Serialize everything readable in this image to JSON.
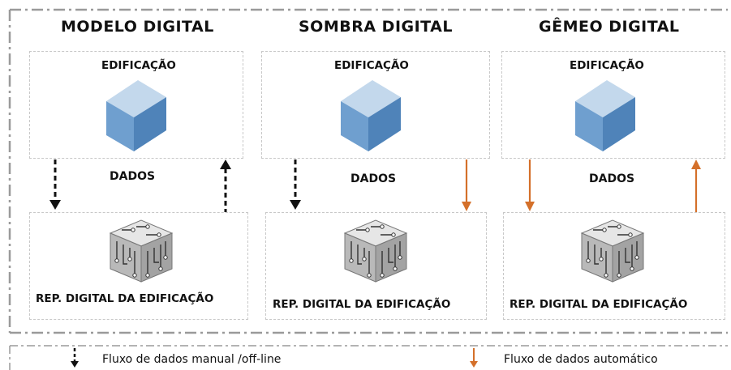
{
  "columns": [
    {
      "title": "MODELO DIGITAL",
      "building_label": "EDIFICAÇÃO",
      "data_label": "DADOS",
      "rep_label": "REP. DIGITAL DA EDIFICAÇÃO"
    },
    {
      "title": "SOMBRA DIGITAL",
      "building_label": "EDIFICAÇÃO",
      "data_label": "DADOS",
      "rep_label": "REP. DIGITAL DA EDIFICAÇÃO"
    },
    {
      "title": "GÊMEO DIGITAL",
      "building_label": "EDIFICAÇÃO",
      "data_label": "DADOS",
      "rep_label": "REP. DIGITAL DA EDIFICAÇÃO"
    }
  ],
  "legend": {
    "manual": "Fluxo de dados manual /off-line",
    "automatic": "Fluxo de dados automático"
  },
  "colors": {
    "manual_arrow": "#111111",
    "automatic_arrow": "#d4702a",
    "house_blue": "#6f9fcf",
    "border": "#9a9a9a"
  }
}
